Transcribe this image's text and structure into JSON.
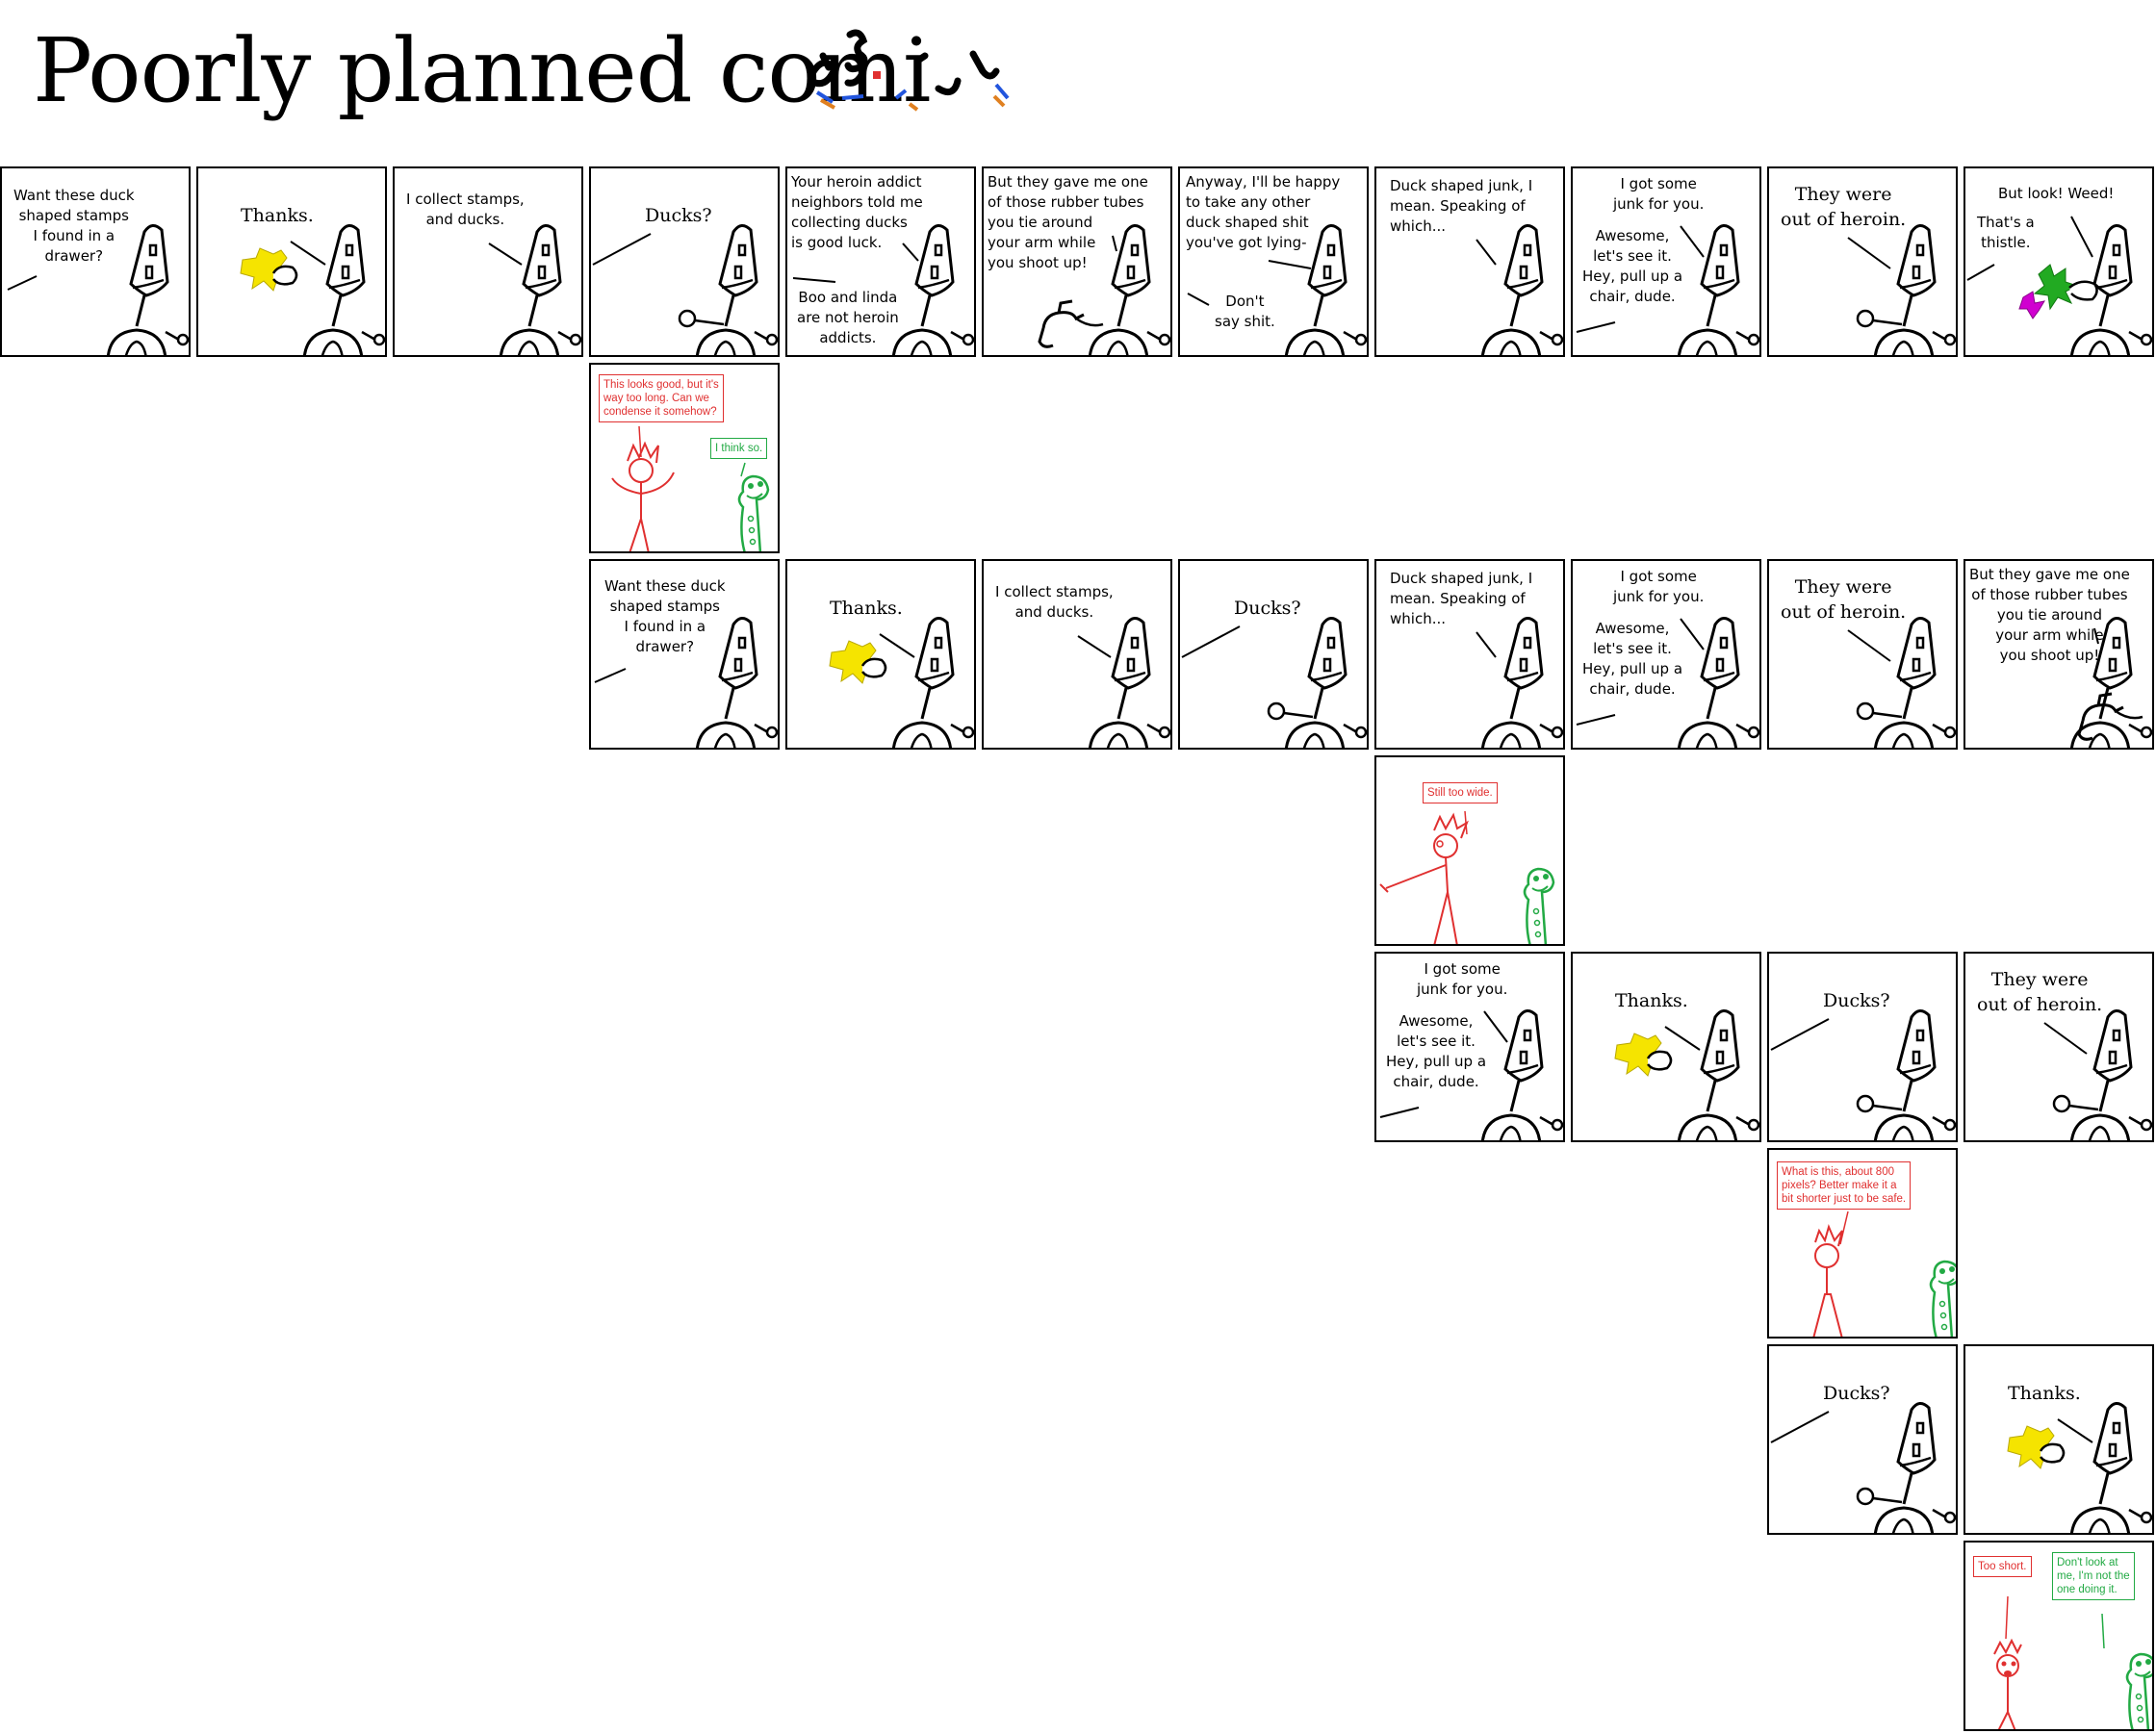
{
  "title": "Poorly planned comi",
  "colors": {
    "ink": "#000000",
    "duck": "#f5e400",
    "weed_green": "#22aa22",
    "weed_pink": "#d000d0",
    "author": "#e03030",
    "critic": "#22aa44"
  },
  "texts": {
    "want_ducks": "Want these duck\nshaped stamps\nI found in a\ndrawer?",
    "thanks": "Thanks.",
    "collect": "I collect stamps,\nand ducks.",
    "ducks_q": "Ducks?",
    "neighbors": "Your heroin addict\nneighbors told me\ncollecting ducks\nis good luck.",
    "boo_linda": "Boo and linda\nare not heroin\naddicts.",
    "tubes": "But they gave me one\nof those rubber tubes\nyou tie around\nyour arm while\nyou shoot up!",
    "anyway": "Anyway, I'll be happy\nto take any other\nduck shaped shit\nyou've got lying-",
    "dont_say": "Don't\nsay shit.",
    "duck_junk": "Duck shaped junk, I\nmean. Speaking of\nwhich...",
    "got_junk": "I got some\njunk for you.",
    "awesome": "Awesome,\nlet's see it.\nHey, pull up a\nchair, dude.",
    "out_heroin": "They were\nout of heroin.",
    "but_look": "But look! Weed!",
    "thistle": "That's a\nthistle."
  },
  "bubbles": {
    "too_long": "This looks good, but it's\nway too long. Can we\ncondense it somehow?",
    "think_so": "I think so.",
    "too_wide": "Still too wide.",
    "pixels": "What is this, about 800\npixels? Better make it a\nbit shorter just to be safe.",
    "too_short": "Too short.",
    "dont_look": "Don't look at\nme, I'm not the\none doing it."
  }
}
